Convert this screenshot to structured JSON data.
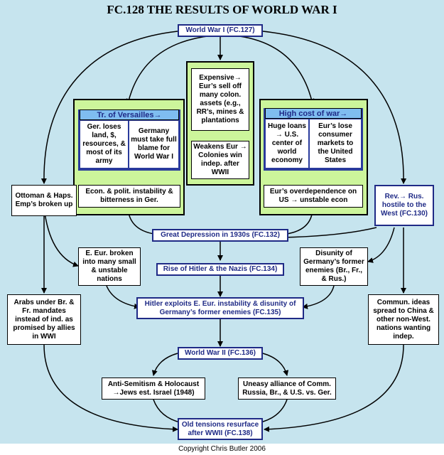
{
  "title": "FC.128 THE RESULTS OF WORLD WAR I",
  "copyright": "Copyright Chris Butler 2006",
  "colors": {
    "background": "#c6e4ee",
    "green_panel": "#ccf59b",
    "blue_header": "#7fbdf0",
    "navy": "#1f2a86"
  },
  "nodes": {
    "ww1": "World War I (FC.127)",
    "versailles_title": "Tr. of Versailles→",
    "versailles_left": "Ger. loses land, $, resources, & most of its army",
    "versailles_right": "Germany must take full blame for World War I",
    "econ_instability": "Econ. & polit. instability & bitterness in Ger.",
    "expensive": "Expensive→ Eur’s sell off many colon. assets (e.g., RR’s, mines & plantations",
    "weakens": "Weakens Eur → Colonies win indep. after WWII",
    "cost_title": "High cost of war→",
    "cost_left": "Huge loans → U.S. center of world economy",
    "cost_right": "Eur’s lose consumer markets to the United States",
    "overdependence": "Eur’s overdependence on US → unstable econ",
    "ottoman": "Ottoman & Haps. Emp’s broken up",
    "rev_russia": "Rev.→ Rus. hostile to the West (FC.130)",
    "depression": "Great Depression in 1930s (FC.132)",
    "e_eur": "E. Eur. broken into many small & unstable nations",
    "disunity": "Disunity of Germany’s former enemies (Br., Fr., & Rus.)",
    "hitler_rise": "Rise of Hitler & the Nazis (FC.134)",
    "arabs": "Arabs under Br. & Fr. mandates instead of ind. as promised by allies in WWI",
    "commun": "Commun. ideas spread to China & other non-West. nations wanting indep.",
    "hitler_exploits": "Hitler exploits E. Eur. instability & disunity of Germany’s former enemies (FC.135)",
    "ww2": "World War II (FC.136)",
    "antisemitism": "Anti-Semitism & Holocaust →Jews est. Israel (1948)",
    "alliance": "Uneasy alliance of Comm. Russia, Br., & U.S. vs. Ger.",
    "tensions": "Old tensions resurface after WWII (FC.138)"
  }
}
